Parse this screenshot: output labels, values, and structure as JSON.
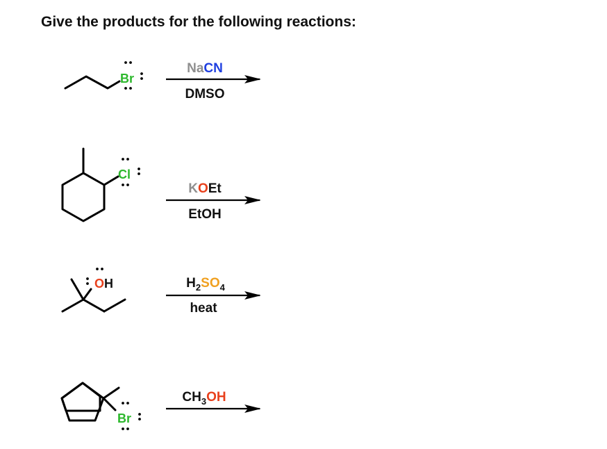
{
  "title": "Give the products for the following reactions:",
  "colors": {
    "bond": "#000000",
    "bromine": "#2db82d",
    "chlorine": "#2db82d",
    "oxygen": "#e8401c",
    "sulfur": "#f0a020",
    "sodium": "#8f8f8f",
    "potassium": "#8f8f8f",
    "nitrogen": "#1f3fe0",
    "text": "#111111"
  },
  "reactions": [
    {
      "atom_label": "Br",
      "reagent_above": [
        {
          "t": "Na",
          "role": "sodium"
        },
        {
          "t": "CN",
          "role": "nitrogen"
        }
      ],
      "reagent_below": "DMSO"
    },
    {
      "atom_label": "Cl",
      "reagent_above": [
        {
          "t": "K",
          "role": "potassium"
        },
        {
          "t": "O",
          "role": "oxygen"
        },
        {
          "t": "Et",
          "role": "text"
        }
      ],
      "reagent_below": "EtOH"
    },
    {
      "atom_label": "OH",
      "reagent_above": [
        {
          "t": "H",
          "role": "text"
        },
        {
          "t": "2",
          "role": "text",
          "sub": true
        },
        {
          "t": "SO",
          "role": "sulfur"
        },
        {
          "t": "4",
          "role": "text",
          "sub": true
        }
      ],
      "reagent_below": "heat"
    },
    {
      "atom_label": "Br",
      "reagent_above": [
        {
          "t": "CH",
          "role": "text"
        },
        {
          "t": "3",
          "role": "text",
          "sub": true
        },
        {
          "t": "OH",
          "role": "oxygen"
        }
      ],
      "reagent_below": ""
    }
  ]
}
